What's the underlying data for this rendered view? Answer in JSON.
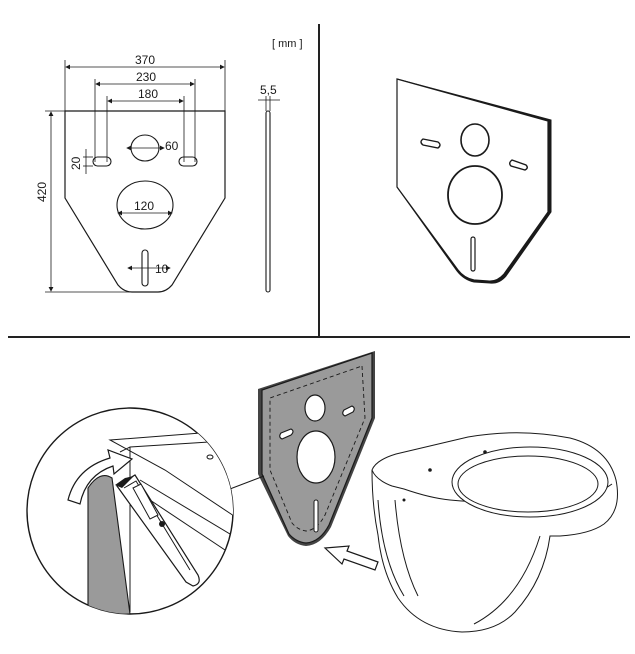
{
  "units_label": "[ mm ]",
  "dimensions": {
    "overall_width": "370",
    "hole_spacing_outer": "230",
    "hole_spacing_inner": "180",
    "upper_hole_diameter": "60",
    "slot_height": "20",
    "lower_hole_diameter": "120",
    "overall_height": "420",
    "bottom_slot_width": "10",
    "thickness": "5,5"
  }
}
